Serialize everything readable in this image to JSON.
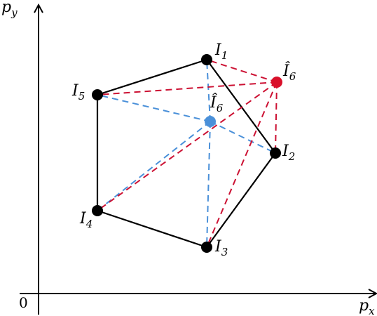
{
  "axes": {
    "x_label": "p",
    "x_sub": "x",
    "y_label": "p",
    "y_sub": "y",
    "origin_label": "0"
  },
  "colors": {
    "polygon": "#000000",
    "inner_lines": "#4a90d9",
    "outer_lines": "#cc1133",
    "inner_point": "#4a90d9",
    "outer_point": "#d9102a"
  },
  "points": {
    "I1": {
      "label": "I",
      "sub": "1"
    },
    "I2": {
      "label": "I",
      "sub": "2"
    },
    "I3": {
      "label": "I",
      "sub": "3"
    },
    "I4": {
      "label": "I",
      "sub": "4"
    },
    "I5": {
      "label": "I",
      "sub": "5"
    },
    "I6_inner": {
      "label": "Î",
      "sub": "6"
    },
    "I6_outer": {
      "label": "Î",
      "sub": "6"
    }
  }
}
